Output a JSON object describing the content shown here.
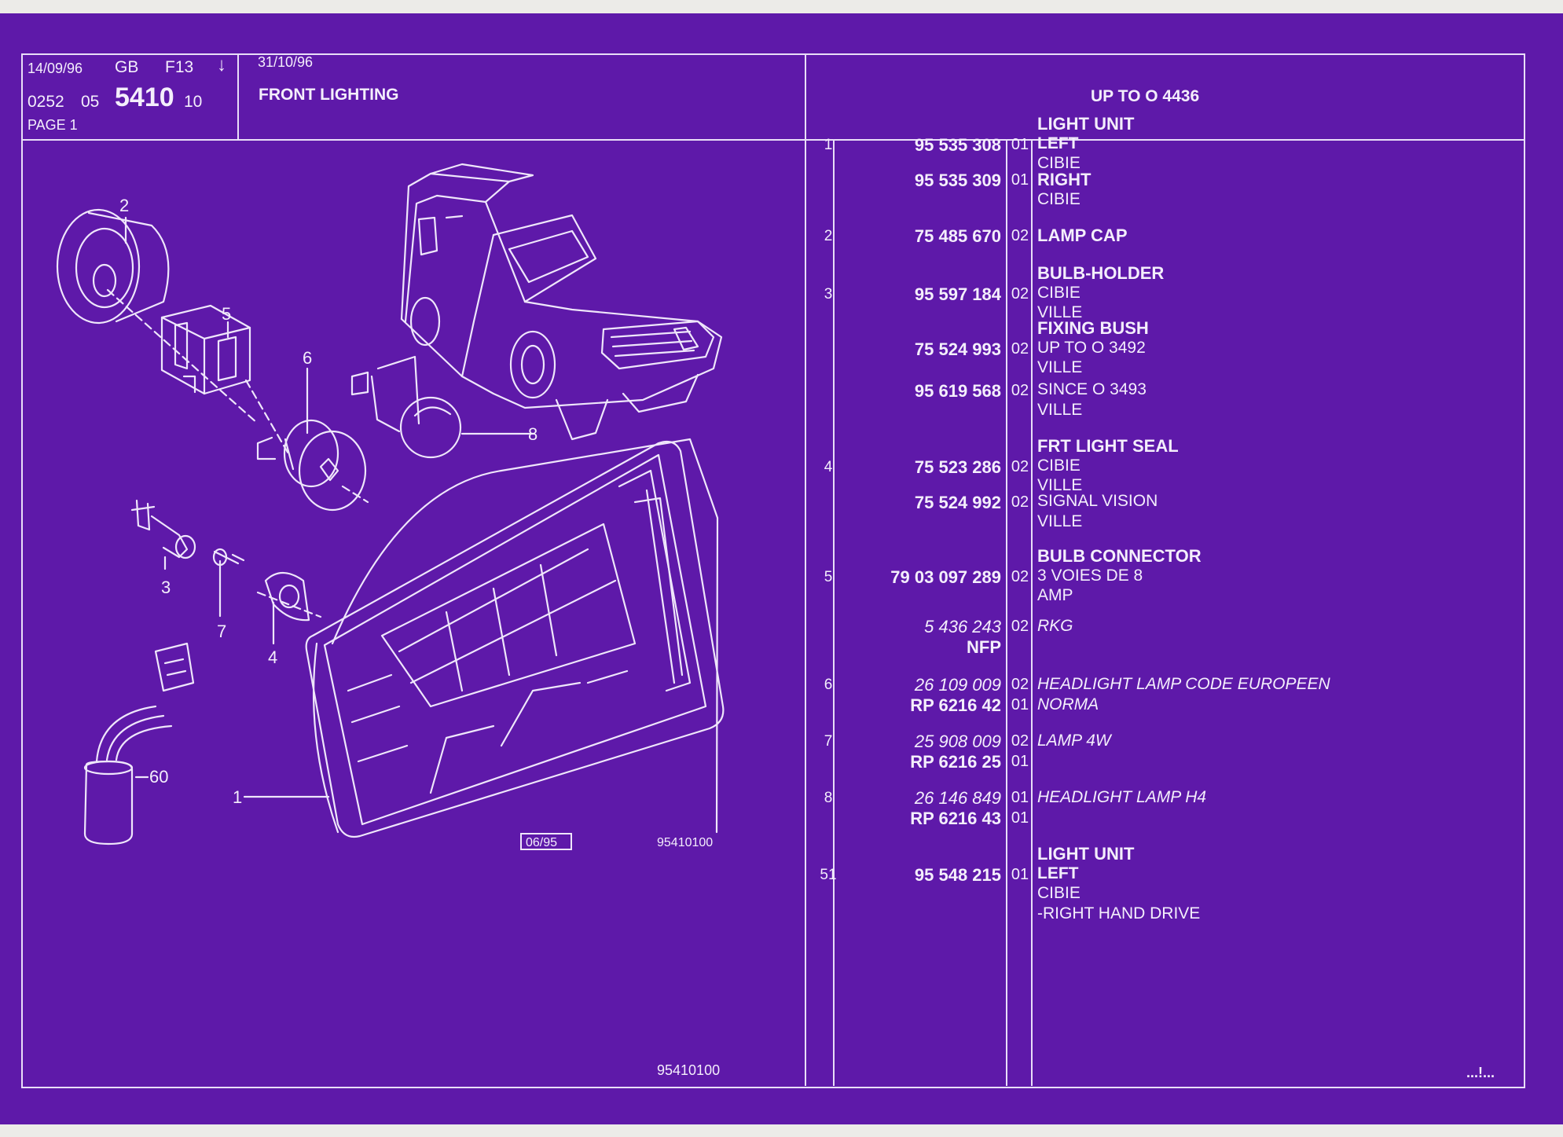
{
  "header": {
    "date1": "14/09/96",
    "lang": "GB",
    "model": "F13",
    "arrow": "↓",
    "code_prefix": "0252",
    "code_mid": "05",
    "code_main": "5410",
    "code_suffix": "10",
    "page": "PAGE 1",
    "date2": "31/10/96",
    "title": "FRONT LIGHTING",
    "range": "UP  TO  O   4436"
  },
  "diagram": {
    "callouts": [
      "2",
      "5",
      "6",
      "8",
      "3",
      "7",
      "4",
      "60",
      "1"
    ],
    "date_box": "06/95",
    "ref_number": "95410100"
  },
  "footer": {
    "ref_number": "95410100",
    "continued": "...!..."
  },
  "colors": {
    "background": "#5e19a9",
    "lines": "#e9def8",
    "text": "#f4eefc"
  },
  "parts": [
    {
      "ref": "1",
      "pn": "95 535 308",
      "qty": "01",
      "lines": [
        {
          "t": "LIGHT UNIT",
          "s": "b"
        },
        {
          "t": "LEFT",
          "s": "b"
        },
        {
          "t": "CIBIE",
          "s": ""
        }
      ]
    },
    {
      "ref": "",
      "pn": "95 535 309",
      "qty": "01",
      "lines": [
        {
          "t": "RIGHT",
          "s": "b"
        },
        {
          "t": "CIBIE",
          "s": ""
        }
      ]
    },
    {
      "ref": "2",
      "pn": "75 485 670",
      "qty": "02",
      "lines": [
        {
          "t": "LAMP CAP",
          "s": "b"
        }
      ]
    },
    {
      "ref": "3",
      "pn": "95 597 184",
      "qty": "02",
      "lines": [
        {
          "t": "BULB-HOLDER",
          "s": "b"
        },
        {
          "t": "CIBIE",
          "s": ""
        },
        {
          "t": "VILLE",
          "s": ""
        }
      ]
    },
    {
      "ref": "",
      "pn": "75 524 993",
      "qty": "02",
      "lines": [
        {
          "t": "FIXING BUSH",
          "s": "b"
        },
        {
          "t": "UP  TO  O  3492",
          "s": ""
        },
        {
          "t": "VILLE",
          "s": ""
        }
      ]
    },
    {
      "ref": "",
      "pn": "95 619 568",
      "qty": "02",
      "lines": [
        {
          "t": "SINCE  O  3493",
          "s": ""
        },
        {
          "t": "VILLE",
          "s": ""
        }
      ]
    },
    {
      "ref": "4",
      "pn": "75 523 286",
      "qty": "02",
      "lines": [
        {
          "t": "FRT LIGHT SEAL",
          "s": "b"
        },
        {
          "t": "CIBIE",
          "s": ""
        },
        {
          "t": "VILLE",
          "s": ""
        }
      ]
    },
    {
      "ref": "",
      "pn": "75 524 992",
      "qty": "02",
      "lines": [
        {
          "t": "SIGNAL VISION",
          "s": ""
        },
        {
          "t": "VILLE",
          "s": ""
        }
      ]
    },
    {
      "ref": "5",
      "pn": "79 03 097 289",
      "qty": "02",
      "lines": [
        {
          "t": "BULB CONNECTOR",
          "s": "b"
        },
        {
          "t": "3 VOIES DE 8",
          "s": ""
        },
        {
          "t": "AMP",
          "s": ""
        }
      ]
    },
    {
      "ref": "",
      "pn": "5 436 243",
      "pn2": "NFP",
      "qty": "02",
      "lines": [
        {
          "t": "RKG",
          "s": "i"
        }
      ]
    },
    {
      "ref": "6",
      "pn": "26 109 009",
      "pn2": "RP  6216 42",
      "qty": "02",
      "qty2": "01",
      "lines": [
        {
          "t": "HEADLIGHT LAMP CODE EUROPEEN",
          "s": "i"
        },
        {
          "t": "NORMA",
          "s": "i"
        }
      ]
    },
    {
      "ref": "7",
      "pn": "25 908 009",
      "pn2": "RP  6216 25",
      "qty": "02",
      "qty2": "01",
      "lines": [
        {
          "t": "LAMP 4W",
          "s": "i"
        }
      ]
    },
    {
      "ref": "8",
      "pn": "26 146 849",
      "pn2": "RP  6216 43",
      "qty": "01",
      "qty2": "01",
      "lines": [
        {
          "t": "HEADLIGHT LAMP H4",
          "s": "i"
        }
      ]
    },
    {
      "ref": "51",
      "pn": "95 548 215",
      "qty": "01",
      "lines": [
        {
          "t": "LIGHT UNIT",
          "s": "b"
        },
        {
          "t": "LEFT",
          "s": "b"
        },
        {
          "t": "CIBIE",
          "s": ""
        },
        {
          "t": "-RIGHT HAND DRIVE",
          "s": ""
        }
      ]
    }
  ]
}
